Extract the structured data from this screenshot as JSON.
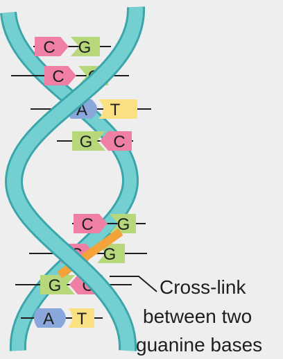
{
  "colors": {
    "background": "#eeeeee",
    "strand_fill": "#74cfd1",
    "strand_edge": "#3aa6ab",
    "guanine": "#b6d77a",
    "cytosine": "#f07fa4",
    "adenine": "#8aa7dc",
    "thymine": "#fbe082",
    "crosslink": "#f4a23a",
    "line": "#1e1e1e"
  },
  "pairs": [
    {
      "left": "C",
      "right": "G"
    },
    {
      "left": "C",
      "right": "G"
    },
    {
      "left": "A",
      "right": "T"
    },
    {
      "left": "G",
      "right": "C"
    },
    {
      "left": "C",
      "right": "G"
    },
    {
      "left": "C",
      "right": "G"
    },
    {
      "left": "G",
      "right": "C"
    },
    {
      "left": "A",
      "right": "T"
    }
  ],
  "annotation": {
    "line1": "Cross-link",
    "line2": "between two",
    "line3": "guanine bases"
  }
}
